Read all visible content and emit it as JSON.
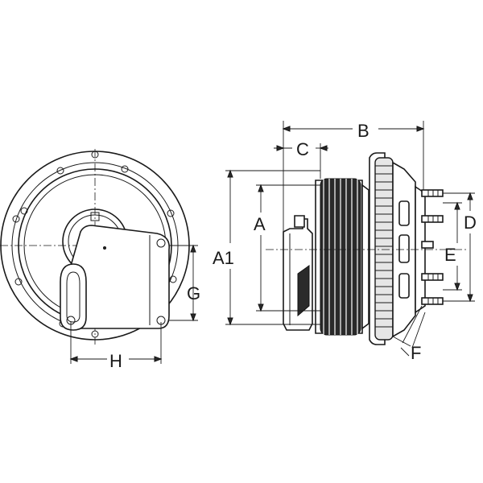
{
  "labels": {
    "a": "A",
    "a1": "A1",
    "b": "B",
    "c": "C",
    "d": "D",
    "e": "E",
    "f": "F",
    "g": "G",
    "h": "H"
  }
}
